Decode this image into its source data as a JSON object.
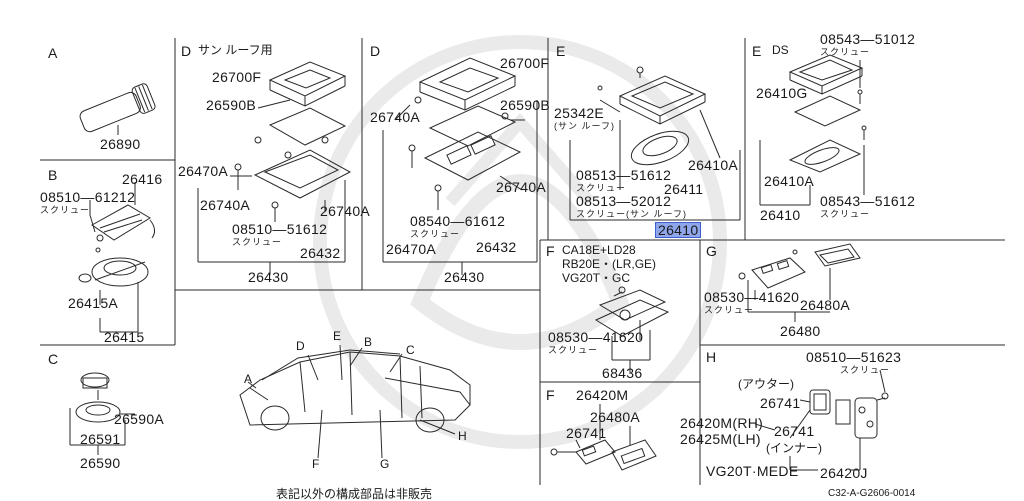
{
  "sections": {
    "a": {
      "letter": "A",
      "parts": [
        "26890"
      ]
    },
    "b": {
      "letter": "B",
      "parts": [
        "26416",
        "08510—61212",
        "26415A",
        "26415"
      ],
      "notes": [
        "スクリュー"
      ]
    },
    "c": {
      "letter": "C",
      "parts": [
        "26590A",
        "26591",
        "26590"
      ]
    },
    "d_sunroof": {
      "letter": "D",
      "title": "サン ルーフ用",
      "parts": [
        "26700F",
        "26590B",
        "26470A",
        "26740A",
        "26740A",
        "08510—51612",
        "26432",
        "26430"
      ],
      "notes": [
        "スクリュー"
      ]
    },
    "d": {
      "letter": "D",
      "parts": [
        "26700F",
        "26740A",
        "26590B",
        "26740A",
        "08540—61612",
        "26470A",
        "26432",
        "26430"
      ],
      "notes": [
        "スクリュー"
      ]
    },
    "e": {
      "letter": "E",
      "parts": [
        "25342E",
        "08513—51612",
        "26410A",
        "26411",
        "08513—52012",
        "26410"
      ],
      "notes": [
        "(サン ルーフ)",
        "スクリュー",
        "スクリュー(サン ルーフ)"
      ]
    },
    "e_ds": {
      "letter": "E",
      "title": "DS",
      "parts": [
        "08543—51012",
        "26410G",
        "26410A",
        "08543—51612",
        "26410"
      ],
      "notes": [
        "スクリュー",
        "スクリュー"
      ]
    },
    "f_top": {
      "letter": "F",
      "variants": [
        "CA18E+LD28",
        "RB20E・(LR,GE)",
        "VG20T・GC"
      ],
      "parts": [
        "08530—41620",
        "68436"
      ],
      "notes": [
        "スクリュー"
      ]
    },
    "g": {
      "letter": "G",
      "parts": [
        "08530—41620",
        "26480A",
        "26480"
      ],
      "notes": [
        "スクリュー"
      ]
    },
    "f_bottom": {
      "letter": "F",
      "parts": [
        "26420M",
        "26480A",
        "26741"
      ]
    },
    "h": {
      "letter": "H",
      "parts": [
        "08510—51623",
        "26741",
        "26420M(RH)",
        "26425M(LH)",
        "26741",
        "26420J"
      ],
      "notes": [
        "スクリュー",
        "(アウター)",
        "(インナー)"
      ],
      "variant": "VG20T·MEDE"
    },
    "car": {
      "letters": [
        "A",
        "B",
        "C",
        "D",
        "E",
        "F",
        "G",
        "H"
      ]
    }
  },
  "footer": {
    "note": "表記以外の構成部品は非販売",
    "code": "C32-A-G2606-0014"
  }
}
